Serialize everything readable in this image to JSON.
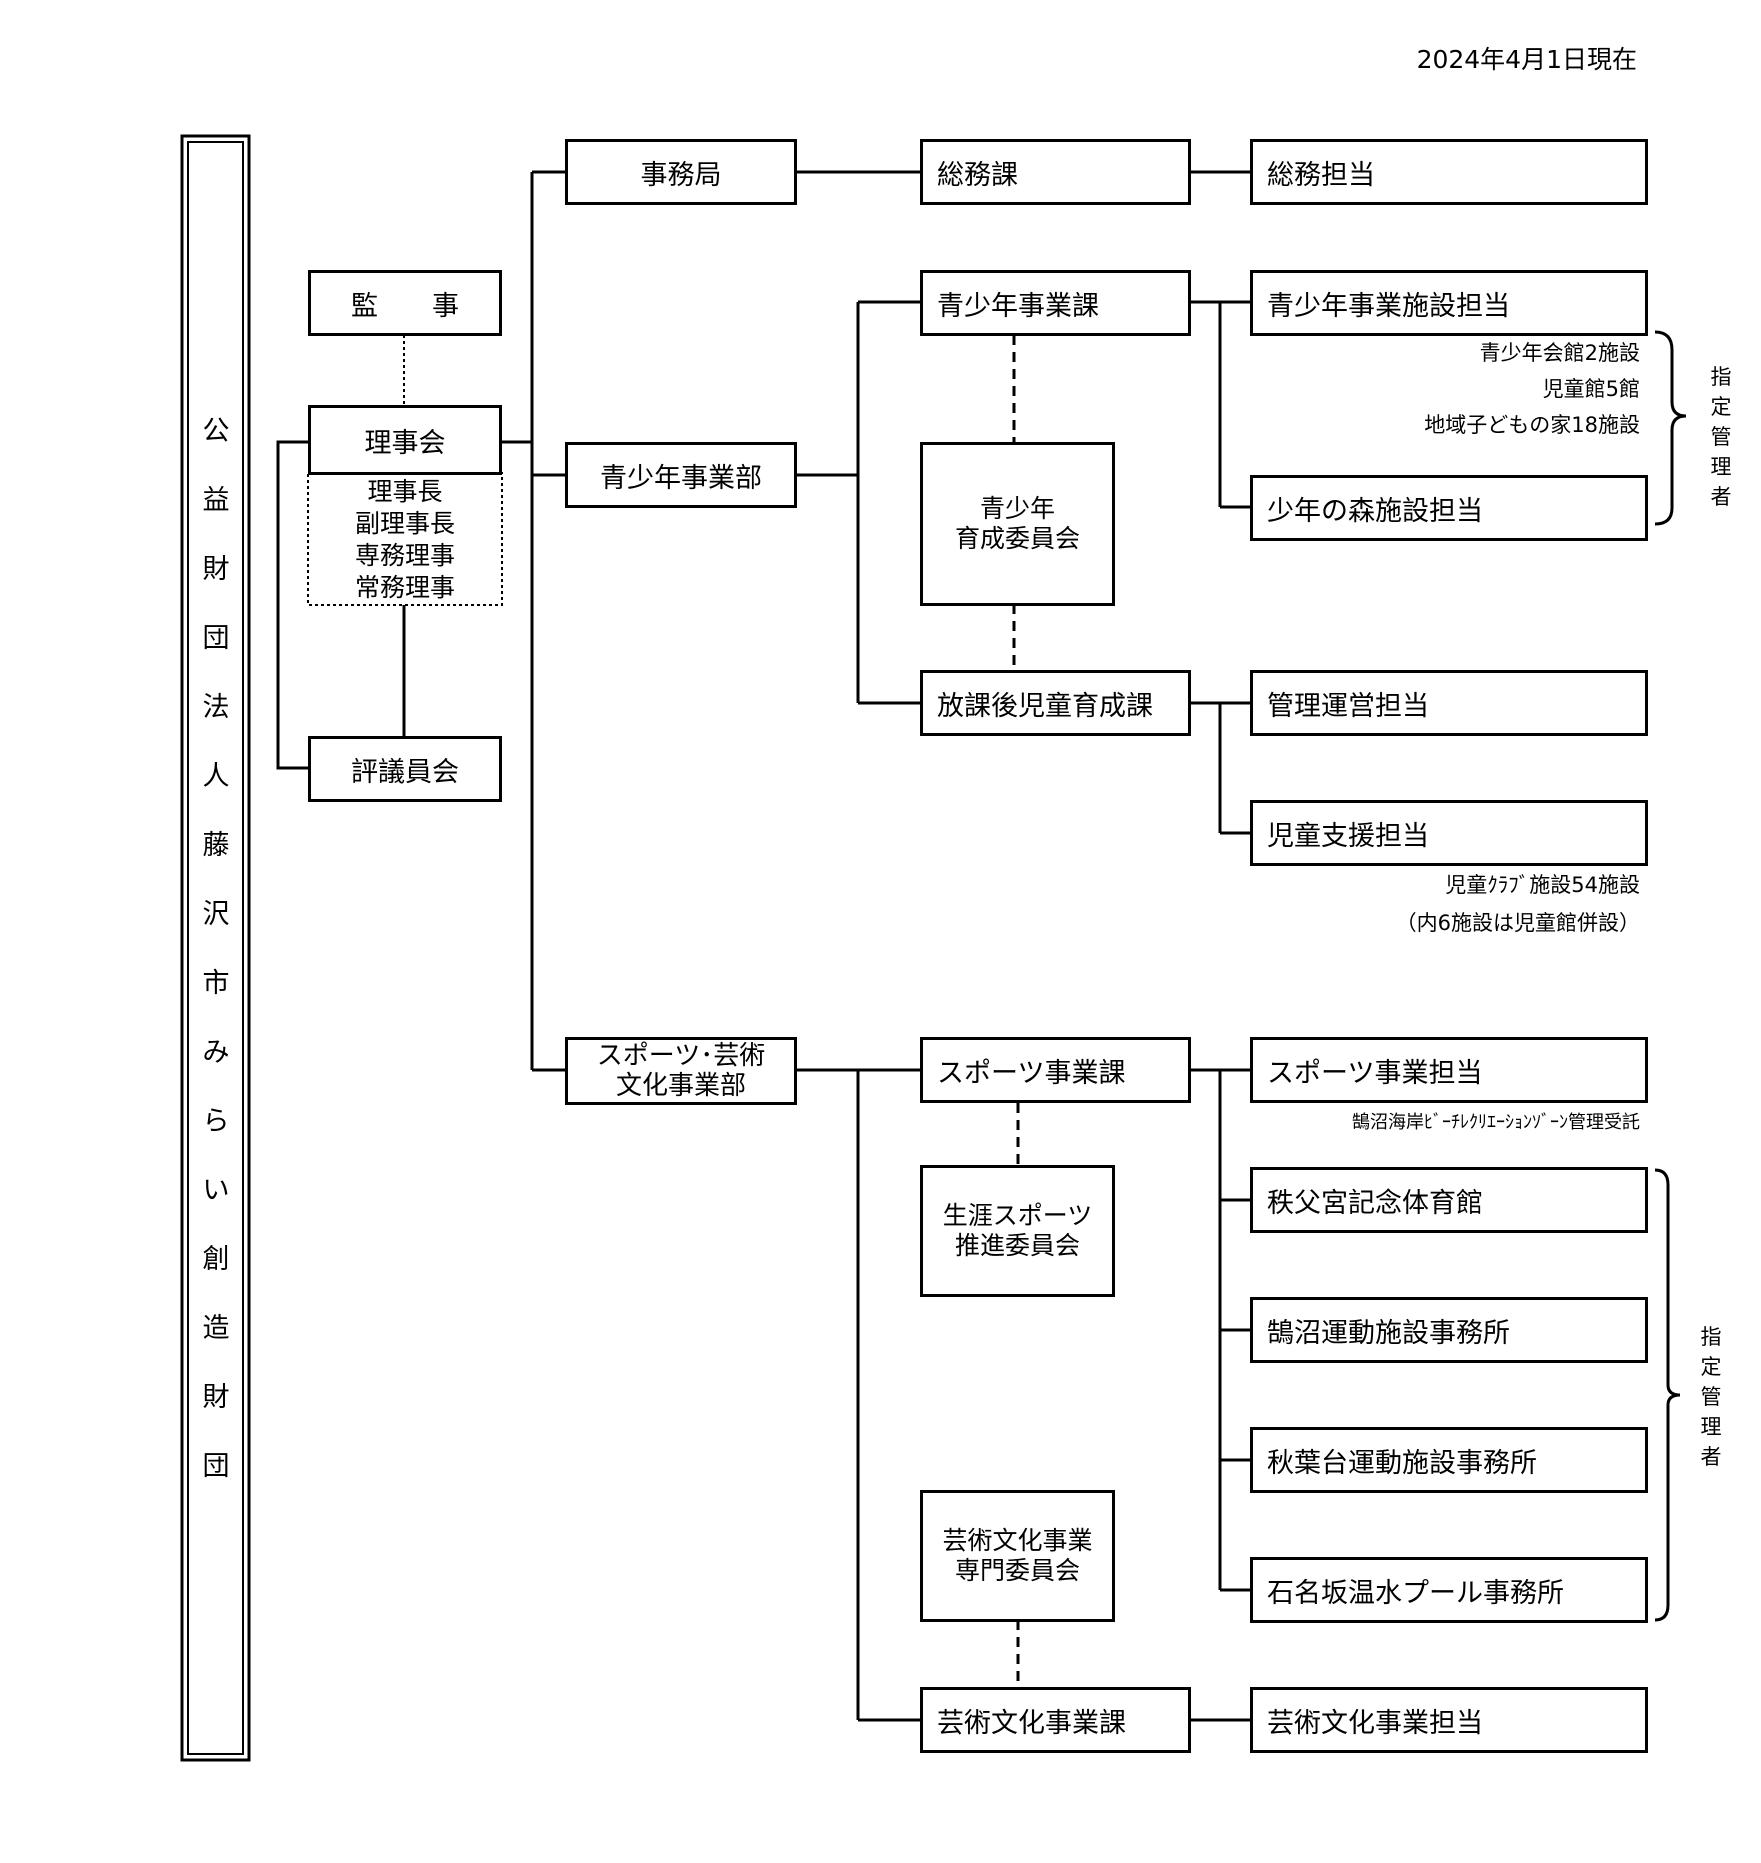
{
  "date": "2024年4月1日現在",
  "org_name": [
    "公",
    "益",
    "財",
    "団",
    "法",
    "人",
    "藤",
    "沢",
    "市",
    "み",
    "ら",
    "い",
    "創",
    "造",
    "財",
    "団"
  ],
  "auditor": "監　　事",
  "board": {
    "label": "理事会",
    "members": [
      "理事長",
      "副理事長",
      "専務理事",
      "常務理事"
    ]
  },
  "councilors": "評議員会",
  "secretariat": "事務局",
  "general_affairs": {
    "section": "総務課",
    "charge": "総務担当"
  },
  "youth_division": {
    "label": "青少年事業部",
    "youth_section": "青少年事業課",
    "youth_facility_charge": "青少年事業施設担当",
    "youth_facility_notes": [
      "青少年会館2施設",
      "児童館5館",
      "地域子どもの家18施設"
    ],
    "forest_charge": "少年の森施設担当",
    "youth_committee": [
      "青少年",
      "育成委員会"
    ],
    "afterschool_section": "放課後児童育成課",
    "management_charge": "管理運営担当",
    "child_support_charge": "児童支援担当",
    "child_support_notes": [
      "児童ｸﾗﾌﾞ施設54施設",
      "（内6施設は児童館併設）"
    ]
  },
  "sports_division": {
    "label": [
      "スポーツ･芸術",
      "文化事業部"
    ],
    "sports_section": "スポーツ事業課",
    "sports_charge": "スポーツ事業担当",
    "sports_note": "鵠沼海岸ﾋﾞｰﾁﾚｸﾘｴｰｼｮﾝｿﾞｰﾝ管理受託",
    "lifelong_committee": [
      "生涯スポーツ",
      "推進委員会"
    ],
    "facilities": [
      "秩父宮記念体育館",
      "鵠沼運動施設事務所",
      "秋葉台運動施設事務所",
      "石名坂温水プール事務所"
    ],
    "arts_committee": [
      "芸術文化事業",
      "専門委員会"
    ],
    "arts_section": "芸術文化事業課",
    "arts_charge": "芸術文化事業担当"
  },
  "designated_manager": [
    "指",
    "定",
    "管",
    "理",
    "者"
  ]
}
